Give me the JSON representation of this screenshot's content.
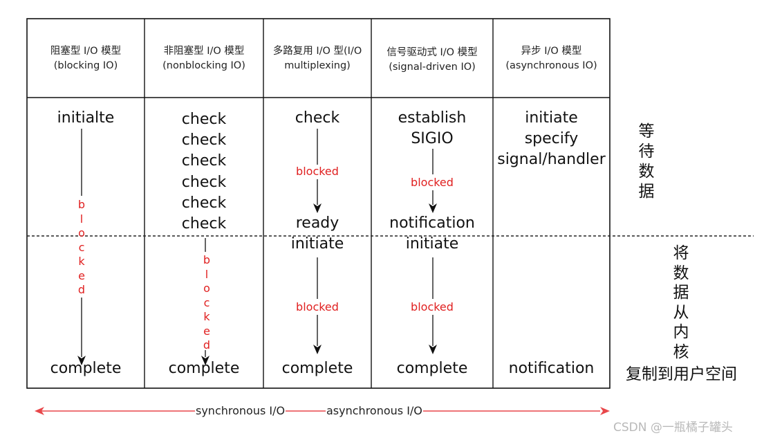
{
  "headers": [
    {
      "line1": "阻塞型 I/O 模型",
      "line2": "(blocking IO)"
    },
    {
      "line1": "非阻塞型 I/O 模型",
      "line2": "(nonblocking IO)"
    },
    {
      "line1": "多路复用 I/O 型(I/O",
      "line2": "multiplexing)"
    },
    {
      "line1": "信号驱动式 I/O 模型",
      "line2": "(signal-driven IO)"
    },
    {
      "line1": "异步 I/O 模型",
      "line2": "(asynchronous IO)"
    }
  ],
  "col_blocking": {
    "start": "initialte",
    "blocked_letters": [
      "b",
      "l",
      "o",
      "c",
      "k",
      "e",
      "d"
    ],
    "end": "complete"
  },
  "col_nonblocking": {
    "checks": [
      "check",
      "check",
      "check",
      "check",
      "check",
      "check"
    ],
    "blocked_letters": [
      "b",
      "l",
      "o",
      "c",
      "k",
      "e",
      "d"
    ],
    "end": "complete"
  },
  "col_multiplex": {
    "check": "check",
    "blocked1": "blocked",
    "ready": "ready",
    "initiate": "initiate",
    "blocked2": "blocked",
    "end": "complete"
  },
  "col_signal": {
    "line1": "establish",
    "line2": "SIGIO",
    "blocked1": "blocked",
    "notification": "notification",
    "initiate": "initiate",
    "blocked2": "blocked",
    "end": "complete"
  },
  "col_async": {
    "line1": "initiate",
    "line2": "specify",
    "line3": "signal/handler",
    "end": "notification"
  },
  "side": {
    "wait_chars": [
      "等",
      "待",
      "数",
      "据"
    ],
    "copy_chars": [
      "将",
      "数",
      "据",
      "从",
      "内",
      "核"
    ],
    "copy_last": "复制到用户空间"
  },
  "bottom": {
    "sync": "synchronous I/O",
    "async": "asynchronous I/O"
  },
  "watermark": "CSDN @一瓶橘子罐头",
  "colors": {
    "blocked": "#e02020",
    "arrow_red": "#e8474a",
    "line": "#111111"
  }
}
